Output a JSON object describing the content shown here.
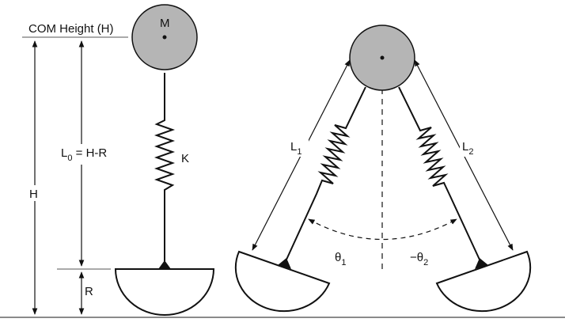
{
  "colors": {
    "mass_fill": "#b5b5b5",
    "line": "#111111",
    "ground": "#8a8a8a"
  },
  "labels": {
    "com_height": "COM Height (H)",
    "mass": "M",
    "l0_base": "L",
    "l0_sub": "0",
    "l0_rest": " = H-R",
    "spring_k": "K",
    "height": "H",
    "radius": "R",
    "l1_base": "L",
    "l1_sub": "1",
    "l2_base": "L",
    "l2_sub": "2",
    "theta1_base": "θ",
    "theta1_sub": "1",
    "theta2_base": "−θ",
    "theta2_sub": "2"
  }
}
